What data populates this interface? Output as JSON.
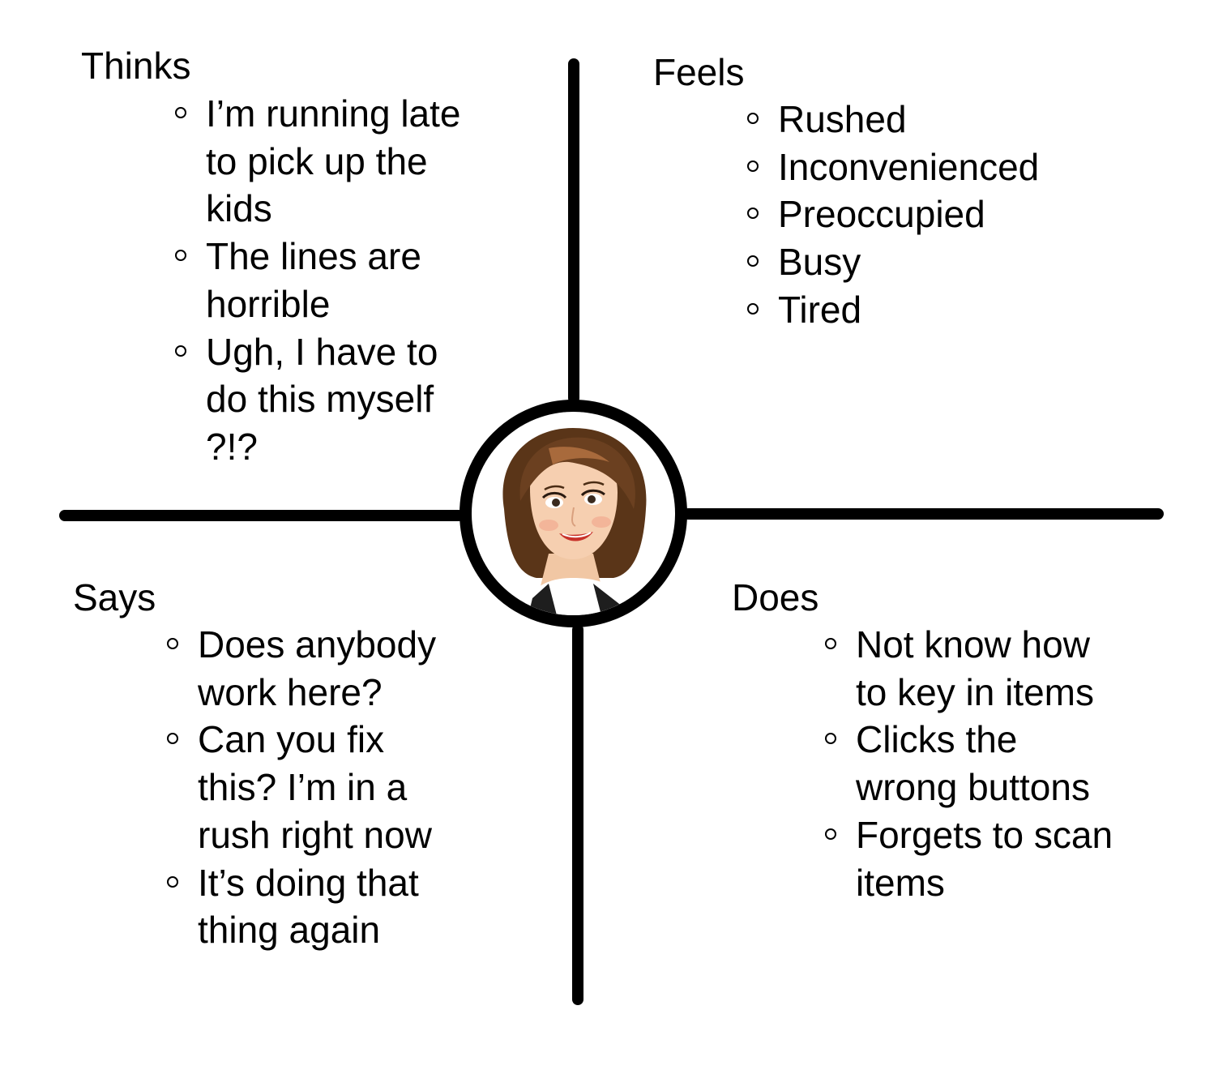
{
  "thinks": {
    "title": "Thinks",
    "items": [
      "I’m running late to pick up the kids",
      "The lines are horrible",
      "Ugh, I have to do this myself ?!?"
    ]
  },
  "feels": {
    "title": "Feels",
    "items": [
      "Rushed",
      "Inconvenienced",
      "Preoccupied",
      "Busy",
      "Tired"
    ]
  },
  "says": {
    "title": "Says",
    "items": [
      "Does anybody work here?",
      "Can you fix this? I’m in a rush right now",
      "It’s doing that thing again"
    ]
  },
  "does": {
    "title": "Does",
    "items": [
      "Not know how to key in items",
      "Clicks the wrong buttons",
      "Forgets to scan items"
    ]
  },
  "persona": {
    "icon": "woman-avatar-icon"
  }
}
